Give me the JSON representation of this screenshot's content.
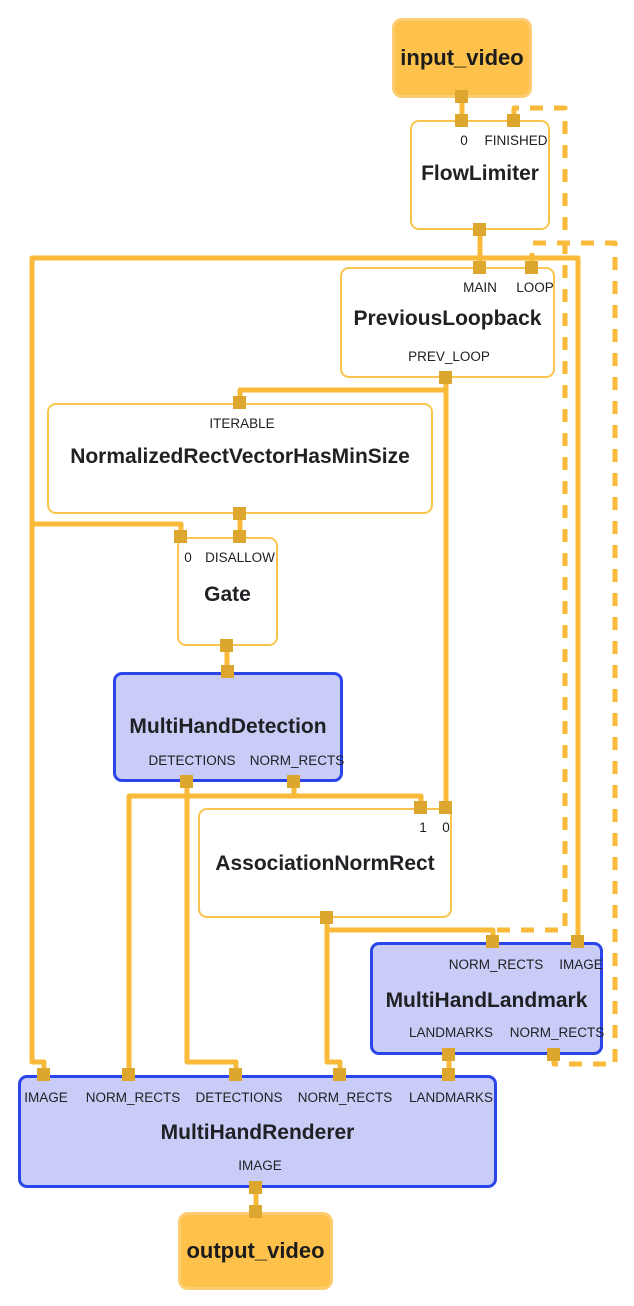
{
  "diagram": {
    "kind": "calculator-graph",
    "colors": {
      "edge": "#f9b939",
      "port": "#dca62f",
      "calculator_border": "#f9c54e",
      "calculator_fill": "#ffffff",
      "subgraph_fill": "#c9ccf7",
      "subgraph_border": "#2a46e8",
      "endpoint_fill": "#fec24c",
      "endpoint_border": "#fecd72",
      "text": "#202124",
      "background": "#ffffff"
    },
    "nodes": {
      "input_video": {
        "title": "input_video"
      },
      "flow_limiter": {
        "title": "FlowLimiter",
        "input_labels": [
          "0",
          "FINISHED"
        ]
      },
      "previous_loopback": {
        "title": "PreviousLoopback",
        "input_labels": [
          "MAIN",
          "LOOP"
        ],
        "output_labels": [
          "PREV_LOOP"
        ]
      },
      "normalized_rect_vector_has_min_size": {
        "title": "NormalizedRectVectorHasMinSize",
        "input_labels": [
          "ITERABLE"
        ]
      },
      "gate": {
        "title": "Gate",
        "input_labels": [
          "0",
          "DISALLOW"
        ]
      },
      "multi_hand_detection": {
        "title": "MultiHandDetection",
        "output_labels": [
          "DETECTIONS",
          "NORM_RECTS"
        ]
      },
      "association_norm_rect": {
        "title": "AssociationNormRect",
        "input_labels": [
          "1",
          "0"
        ]
      },
      "multi_hand_landmark": {
        "title": "MultiHandLandmark",
        "input_labels": [
          "NORM_RECTS",
          "IMAGE"
        ],
        "output_labels": [
          "LANDMARKS",
          "NORM_RECTS"
        ]
      },
      "multi_hand_renderer": {
        "title": "MultiHandRenderer",
        "input_labels": [
          "IMAGE",
          "NORM_RECTS",
          "DETECTIONS",
          "NORM_RECTS",
          "LANDMARKS"
        ],
        "output_labels": [
          "IMAGE"
        ]
      },
      "output_video": {
        "title": "output_video"
      }
    },
    "edges": [
      {
        "from": "input_video",
        "to": "FlowLimiter.0",
        "style": "solid"
      },
      {
        "from": "FlowLimiter",
        "to": "PreviousLoopback.MAIN",
        "style": "solid"
      },
      {
        "from": "FlowLimiter",
        "to": "Gate.0",
        "style": "solid"
      },
      {
        "from": "FlowLimiter",
        "to": "MultiHandLandmark.IMAGE",
        "style": "solid"
      },
      {
        "from": "FlowLimiter",
        "to": "MultiHandRenderer.IMAGE",
        "style": "solid"
      },
      {
        "from": "PreviousLoopback.PREV_LOOP",
        "to": "NormalizedRectVectorHasMinSize.ITERABLE",
        "style": "solid"
      },
      {
        "from": "PreviousLoopback.PREV_LOOP",
        "to": "AssociationNormRect.0",
        "style": "solid"
      },
      {
        "from": "NormalizedRectVectorHasMinSize",
        "to": "Gate.DISALLOW",
        "style": "solid"
      },
      {
        "from": "Gate",
        "to": "MultiHandDetection",
        "style": "solid"
      },
      {
        "from": "MultiHandDetection.DETECTIONS",
        "to": "MultiHandRenderer.DETECTIONS",
        "style": "solid"
      },
      {
        "from": "MultiHandDetection.NORM_RECTS",
        "to": "AssociationNormRect.1",
        "style": "solid"
      },
      {
        "from": "MultiHandDetection.NORM_RECTS",
        "to": "MultiHandRenderer.NORM_RECTS",
        "style": "solid"
      },
      {
        "from": "AssociationNormRect",
        "to": "MultiHandLandmark.NORM_RECTS",
        "style": "solid"
      },
      {
        "from": "AssociationNormRect",
        "to": "MultiHandRenderer.NORM_RECTS",
        "style": "solid"
      },
      {
        "from": "AssociationNormRect",
        "to": "FlowLimiter.FINISHED",
        "style": "dashed"
      },
      {
        "from": "MultiHandLandmark.LANDMARKS",
        "to": "MultiHandRenderer.LANDMARKS",
        "style": "solid"
      },
      {
        "from": "MultiHandLandmark.NORM_RECTS",
        "to": "PreviousLoopback.LOOP",
        "style": "dashed"
      },
      {
        "from": "MultiHandRenderer.IMAGE",
        "to": "output_video",
        "style": "solid"
      }
    ]
  }
}
